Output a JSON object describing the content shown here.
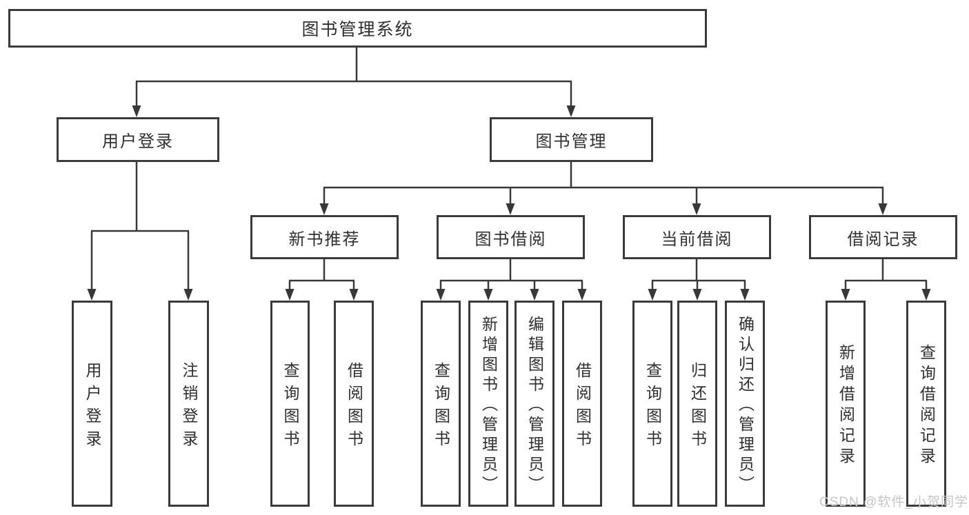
{
  "watermark": "CSDN @软件_小贺同学",
  "colors": {
    "line": "#383838",
    "text": "#2f2f2f",
    "watermark": "#c6c6c6",
    "background": "#ffffff"
  },
  "chart_data": {
    "type": "table",
    "title": "图书管理系统功能结构图"
  },
  "tree": {
    "label": "图书管理系统",
    "children": [
      {
        "label": "用户登录",
        "children": [
          {
            "label": "用户登录"
          },
          {
            "label": "注销登录"
          }
        ]
      },
      {
        "label": "图书管理",
        "children": [
          {
            "label": "新书推荐",
            "children": [
              {
                "label": "查询图书"
              },
              {
                "label": "借阅图书"
              }
            ]
          },
          {
            "label": "图书借阅",
            "children": [
              {
                "label": "查询图书"
              },
              {
                "label": "新增图书（管理员）"
              },
              {
                "label": "编辑图书（管理员）"
              },
              {
                "label": "借阅图书"
              }
            ]
          },
          {
            "label": "当前借阅",
            "children": [
              {
                "label": "查询图书"
              },
              {
                "label": "归还图书"
              },
              {
                "label": "确认归还（管理员）"
              }
            ]
          },
          {
            "label": "借阅记录",
            "children": [
              {
                "label": "新增借阅记录"
              },
              {
                "label": "查询借阅记录"
              }
            ]
          }
        ]
      }
    ]
  }
}
